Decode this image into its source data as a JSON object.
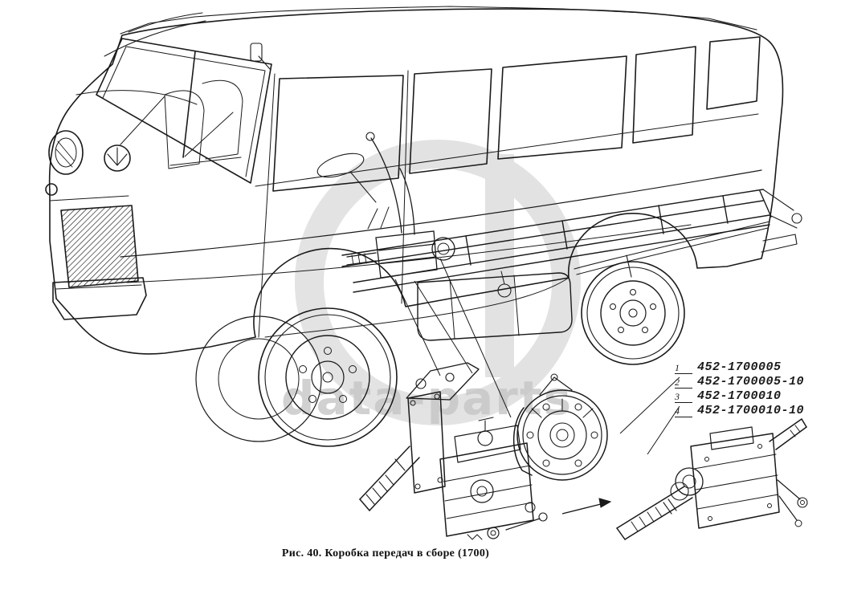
{
  "figure": {
    "caption": "Рис. 40. Коробка передач в сборе (1700)"
  },
  "parts_list": {
    "items": [
      {
        "num": "1",
        "part_number": "452-1700005"
      },
      {
        "num": "2",
        "part_number": "452-1700005-10"
      },
      {
        "num": "3",
        "part_number": "452-1700010"
      },
      {
        "num": "4",
        "part_number": "452-1700010-10"
      }
    ]
  },
  "watermark": {
    "text": "data-parts"
  },
  "colors": {
    "line": "#1a1a1a",
    "watermark": "#c6c6c6",
    "background": "#ffffff"
  }
}
